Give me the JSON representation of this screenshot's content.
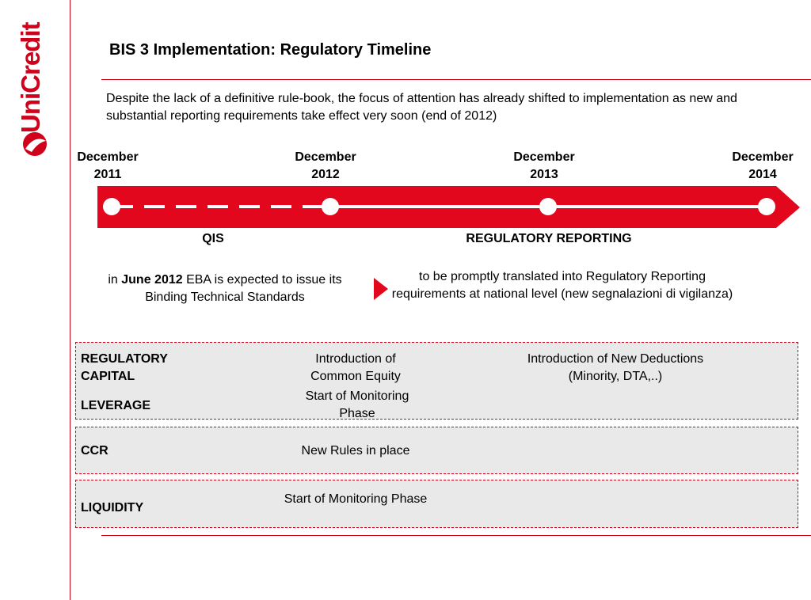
{
  "brand": {
    "name": "UniCredit",
    "color": "#d0021b"
  },
  "title": "BIS 3 Implementation: Regulatory Timeline",
  "intro": "Despite the lack of a definitive rule-book, the focus of attention has already shifted to implementation as new and substantial reporting requirements take effect very soon (end of 2012)",
  "timeline": {
    "milestones": [
      {
        "month": "December",
        "year": "2011"
      },
      {
        "month": "December",
        "year": "2012"
      },
      {
        "month": "December",
        "year": "2013"
      },
      {
        "month": "December",
        "year": "2014"
      }
    ],
    "phase_qis": "QIS",
    "phase_reporting": "REGULATORY REPORTING"
  },
  "notes": {
    "eba_prefix": "in ",
    "eba_bold": "June 2012",
    "eba_suffix": " EBA is expected to issue its Binding Technical Standards",
    "translation": "to be promptly translated into Regulatory Reporting requirements at national level (new segnalazioni di vigilanza)"
  },
  "panels": {
    "capital_label": "REGULATORY CAPITAL",
    "capital_2012": "Introduction of Common Equity",
    "capital_2013": "Introduction of New Deductions (Minority, DTA,..)",
    "leverage_label": "LEVERAGE",
    "leverage_2012": "Start of Monitoring Phase",
    "ccr_label": "CCR",
    "ccr_2012": "New Rules in place",
    "liquidity_label": "LIQUIDITY",
    "liquidity_2012": "Start of Monitoring Phase"
  }
}
